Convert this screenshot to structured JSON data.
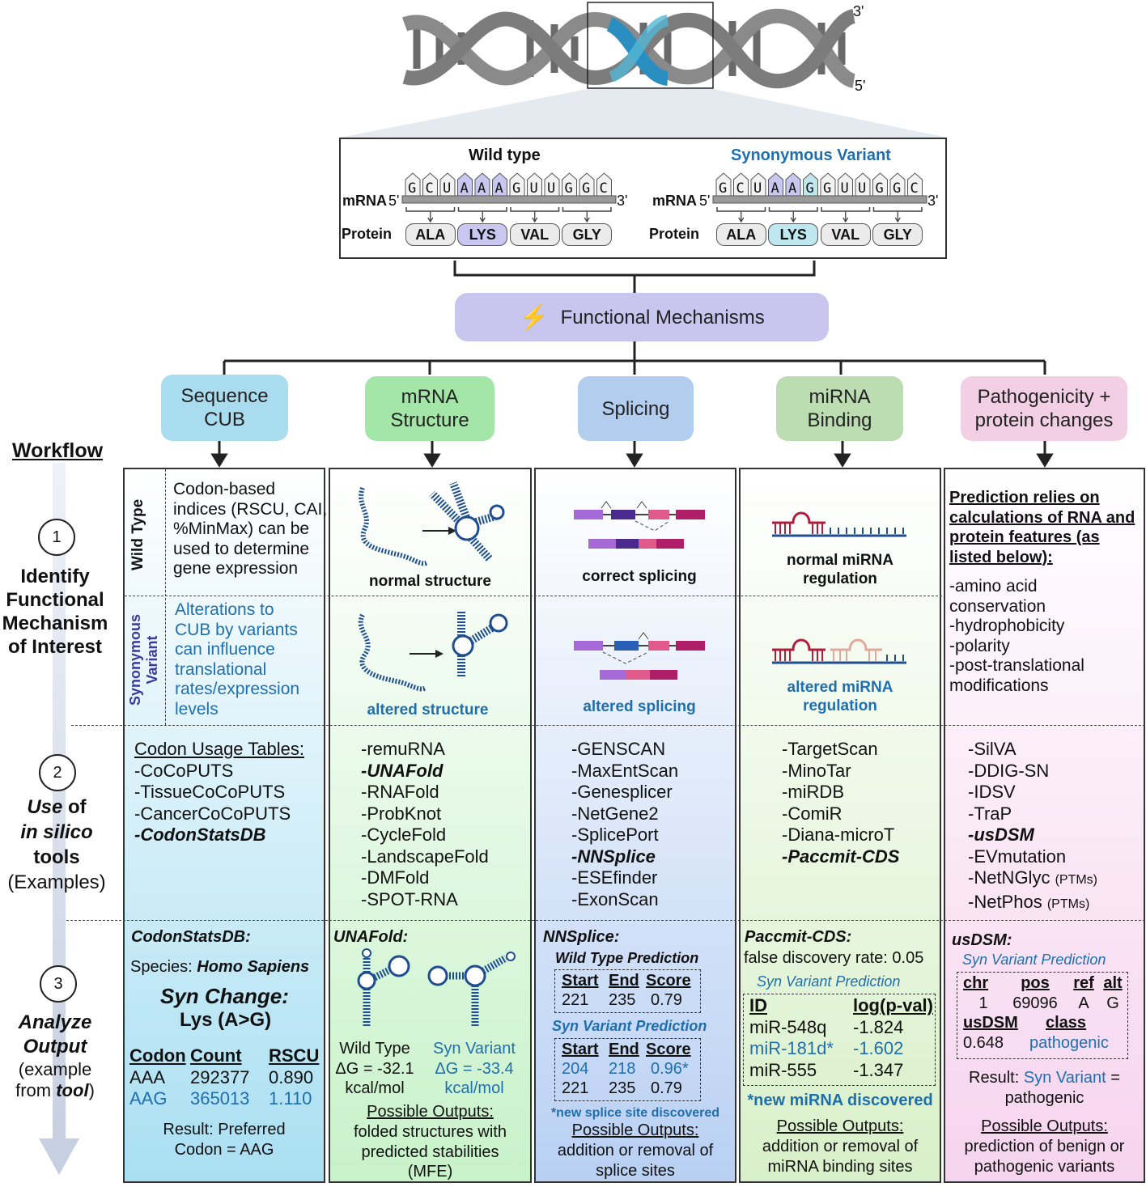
{
  "dna": {
    "label_3": "3'",
    "label_5": "5'"
  },
  "mrna_panel": {
    "wild_type_title": "Wild type",
    "variant_title": "Synonymous Variant",
    "mrna_label": "mRNA",
    "protein_label": "Protein",
    "five": "5'",
    "three": "3'",
    "wt_bases": [
      "G",
      "C",
      "U",
      "A",
      "A",
      "A",
      "G",
      "U",
      "U",
      "G",
      "G",
      "C"
    ],
    "var_bases": [
      "G",
      "C",
      "U",
      "A",
      "A",
      "G",
      "G",
      "U",
      "U",
      "G",
      "G",
      "C"
    ],
    "amino_acids": [
      "ALA",
      "LYS",
      "VAL",
      "GLY"
    ]
  },
  "functional_mechanisms": "Functional Mechanisms",
  "categories": [
    {
      "label": "Sequence\nCUB",
      "color": "#a9dcef"
    },
    {
      "label": "mRNA\nStructure",
      "color": "#a4e6a8"
    },
    {
      "label": "Splicing",
      "color": "#b3cdee"
    },
    {
      "label": "miRNA\nBinding",
      "color": "#bcdcb1"
    },
    {
      "label": "Pathogenicity +\nprotein changes",
      "color": "#f3cfe6"
    }
  ],
  "workflow": {
    "title": "Workflow",
    "steps": [
      {
        "num": "1",
        "text": "Identify\nFunctional\nMechanism\nof Interest"
      },
      {
        "num": "2",
        "text_a": "Use",
        "text_b": " of",
        "text_c": "in silico",
        "text_d": "tools",
        "text_e": "(Examples)"
      },
      {
        "num": "3",
        "text_a": "Analyze",
        "text_b": "Output",
        "text_c": "(example",
        "text_d": "from ",
        "text_e": "tool",
        "text_f": ")"
      }
    ]
  },
  "row1": {
    "cub": {
      "wt_side": "Wild Type",
      "syn_side": "Synonymous\nVariant",
      "wt_text": "Codon-based\nindices (RSCU, CAI,\n%MinMax) can be\nused to determine\ngene expression",
      "syn_text": "Alterations to\nCUB by variants\ncan influence\ntranslational\nrates/expression\nlevels"
    },
    "structure": {
      "wt": "normal structure",
      "syn": "altered structure"
    },
    "splicing": {
      "wt": "correct splicing",
      "syn": "altered splicing"
    },
    "mirna": {
      "wt": "normal miRNA\nregulation",
      "syn": "altered miRNA\nregulation"
    },
    "patho": {
      "header": "Prediction relies on\ncalculations of RNA and\nprotein features (as\nlisted below):",
      "items": "-amino acid\nconservation\n-hydrophobicity\n-polarity\n-post-translational\nmodifications"
    }
  },
  "row2": {
    "cub": {
      "header": "Codon Usage Tables:",
      "items": [
        "-CoCoPUTS",
        "-TissueCoCoPUTS",
        "-CancerCoCoPUTS"
      ],
      "highlight": "-CodonStatsDB"
    },
    "structure": {
      "items_a": [
        "-remuRNA"
      ],
      "highlight": "-UNAFold",
      "items_b": [
        "-RNAFold",
        "-ProbKnot",
        "-CycleFold",
        "-LandscapeFold",
        "-DMFold",
        "-SPOT-RNA"
      ]
    },
    "splicing": {
      "items_a": [
        "-GENSCAN",
        "-MaxEntScan",
        "-Genesplicer",
        "-NetGene2",
        "-SplicePort"
      ],
      "highlight": "-NNSplice",
      "items_b": [
        "-ESEfinder",
        "-ExonScan"
      ]
    },
    "mirna": {
      "items": [
        "-TargetScan",
        "-MinoTar",
        "-miRDB",
        "-ComiR",
        "-Diana-microT"
      ],
      "highlight": "-Paccmit-CDS"
    },
    "patho": {
      "items_a": [
        "-SilVA",
        "-DDIG-SN",
        "-IDSV",
        "-TraP"
      ],
      "highlight": "-usDSM",
      "items_b": [
        "-EVmutation"
      ],
      "netnglyc": "-NetNGlyc",
      "netphos": "-NetPhos",
      "ptm": "(PTMs)"
    }
  },
  "row3": {
    "cub": {
      "tool": "CodonStatsDB:",
      "species_label": "Species: ",
      "species": "Homo Sapiens",
      "change_title": "Syn Change:",
      "change": "Lys (A>G)",
      "headers": [
        "Codon",
        "Count",
        "RSCU"
      ],
      "rows": [
        [
          "AAA",
          "292377",
          "0.890"
        ],
        [
          "AAG",
          "365013",
          "1.110"
        ]
      ],
      "result": "Result: Preferred\nCodon = AAG"
    },
    "structure": {
      "tool": "UNAFold:",
      "wt": "Wild Type\nΔG = -32.1\nkcal/mol",
      "syn": "Syn Variant\nΔG = -33.4\nkcal/mol",
      "outputs_title": "Possible Outputs:",
      "outputs": "folded structures with\npredicted stabilities\n(MFE)"
    },
    "splicing": {
      "tool": "NNSplice:",
      "wt_title": "Wild Type Prediction",
      "headers": [
        "Start",
        "End",
        "Score"
      ],
      "wt_row": [
        "221",
        "235",
        "0.79"
      ],
      "syn_title": "Syn Variant Prediction",
      "syn_rows": [
        [
          "204",
          "218",
          "0.96*"
        ],
        [
          "221",
          "235",
          "0.79"
        ]
      ],
      "note": "*new splice site discovered",
      "outputs_title": "Possible Outputs:",
      "outputs": "addition or removal of\nsplice sites"
    },
    "mirna": {
      "tool": "Paccmit-CDS:",
      "fdr": "false discovery rate: 0.05",
      "syn_title": "Syn Variant Prediction",
      "headers": [
        "ID",
        "log(p-val)"
      ],
      "rows": [
        [
          "miR-548q",
          "-1.824"
        ],
        [
          "miR-181d*",
          "-1.602"
        ],
        [
          "miR-555",
          "-1.347"
        ]
      ],
      "note": "*new miRNA discovered",
      "outputs_title": "Possible Outputs:",
      "outputs": "addition or removal of\nmiRNA binding sites"
    },
    "patho": {
      "tool": "usDSM:",
      "syn_title": "Syn Variant Prediction",
      "headers": [
        "chr",
        "pos",
        "ref",
        "alt"
      ],
      "row": [
        "1",
        "69096",
        "A",
        "G"
      ],
      "headers2": [
        "usDSM",
        "class"
      ],
      "row2": [
        "0.648",
        "pathogenic"
      ],
      "result_label": "Result: ",
      "result_var": "Syn Variant",
      "result_tail": " =\npathogenic",
      "outputs_title": "Possible Outputs:",
      "outputs": "prediction of benign or\npathogenic variants"
    }
  },
  "colors": {
    "border": "#333333",
    "blue": "#1f6fae",
    "navy": "#2a3b8f",
    "splice_purple": "#9a5fc9",
    "splice_dark": "#4a2a8f",
    "splice_pink": "#e05a8c",
    "mirna_red": "#b01e3c"
  }
}
